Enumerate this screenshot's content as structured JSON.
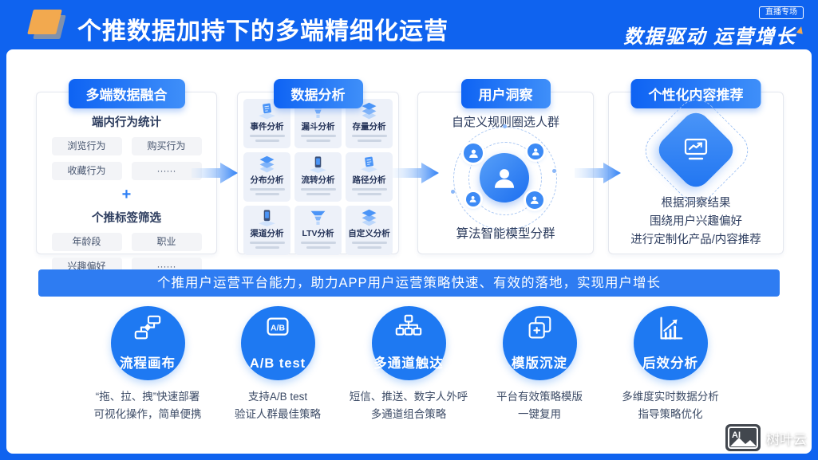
{
  "header": {
    "title": "个推数据加持下的多端精细化运营",
    "badge": "直播专场",
    "slogan": "数据驱动 运营增长"
  },
  "flow_columns": [
    {
      "title": "多端数据融合",
      "plus": "+",
      "sections": [
        {
          "title": "端内行为统计",
          "tags": [
            "浏览行为",
            "购买行为",
            "收藏行为",
            "······"
          ]
        },
        {
          "title": "个推标签筛选",
          "tags": [
            "年龄段",
            "职业",
            "兴趣偏好",
            "······"
          ]
        }
      ]
    },
    {
      "title": "数据分析",
      "items": [
        {
          "label": "事件分析"
        },
        {
          "label": "漏斗分析"
        },
        {
          "label": "存量分析"
        },
        {
          "label": "分布分析"
        },
        {
          "label": "流转分析"
        },
        {
          "label": "路径分析"
        },
        {
          "label": "渠道分析"
        },
        {
          "label": "LTV分析"
        },
        {
          "label": "自定义分析"
        }
      ]
    },
    {
      "title": "用户洞察",
      "top_label": "自定义规则圈选人群",
      "bottom_label": "算法智能模型分群"
    },
    {
      "title": "个性化内容推荐",
      "lines": [
        "根据洞察结果",
        "围绕用户兴趣偏好",
        "进行定制化产品/内容推荐"
      ]
    }
  ],
  "banner": "个推用户运营平台能力，助力APP用户运营策略快速、有效的落地，实现用户增长",
  "features": [
    {
      "label": "流程画布",
      "lines": [
        "“拖、拉、拽”快速部署",
        "可视化操作，简单便携"
      ]
    },
    {
      "label": "A/B test",
      "icon_text": "A/B",
      "lines": [
        "支持A/B test",
        "验证人群最佳策略"
      ]
    },
    {
      "label": "多通道触达",
      "lines": [
        "短信、推送、数字人外呼",
        "多通道组合策略"
      ]
    },
    {
      "label": "模版沉淀",
      "lines": [
        "平台有效策略模版",
        "一键复用"
      ]
    },
    {
      "label": "后效分析",
      "lines": [
        "多维度实时数据分析",
        "指导策略优化"
      ]
    }
  ],
  "watermark": {
    "icon_text": "AI",
    "label": "树叶云"
  },
  "colors": {
    "background": "#0f63ef",
    "accent_blue": "#2f80f5",
    "banner_blue": "#2e7cf2",
    "circle_blue": "#1e79f2",
    "logo_orange": "#f2a94f"
  }
}
